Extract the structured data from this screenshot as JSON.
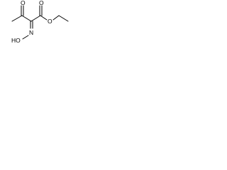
{
  "structure": {
    "atom_labels": {
      "ketone_oxygen": "O",
      "ester_carbonyl_oxygen": "O",
      "ester_ether_oxygen": "O",
      "oxime_nitrogen": "N",
      "oxime_hydroxyl": "HO"
    }
  },
  "colors": {
    "bond": "#000000",
    "background": "#ffffff"
  }
}
